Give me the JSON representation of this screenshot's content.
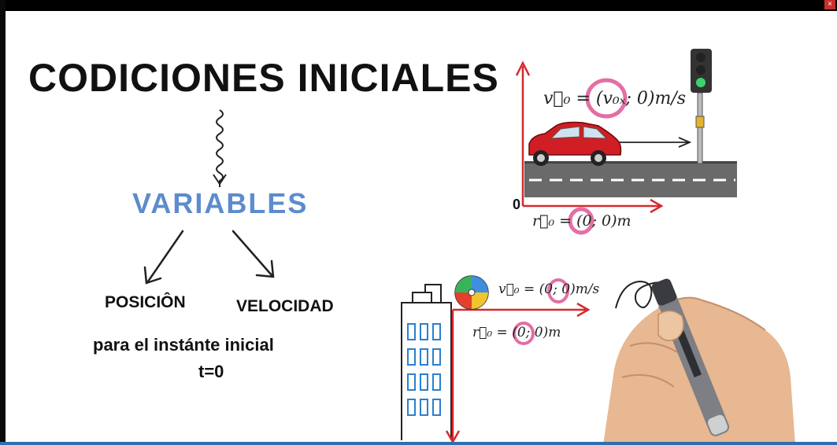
{
  "window": {
    "close_glyph": "×"
  },
  "slide": {
    "title": "CODICIONES INICIALES",
    "variables": "VARIABLES",
    "posicion": "POSICIÔN",
    "velocidad": "VELOCIDAD",
    "instante": "para el instánte inicial",
    "t_zero": "t=0"
  },
  "car_diagram": {
    "v0_equation": "v⃗₀ = (v₀ₓ; 0)m/s",
    "r0_equation": "r⃗₀ = (0; 0)m",
    "origin_label": "0"
  },
  "ball_diagram": {
    "v0_equation": "v⃗₀ = (0; 0)m/s",
    "r0_equation": "r⃗₀ = (0; 0)m"
  },
  "colors": {
    "accent_blue": "#5c8ccd",
    "axis_red": "#d6292c",
    "circle_pink": "#e36fa4",
    "car_red": "#d11e24",
    "road_gray": "#6a6a6a"
  }
}
